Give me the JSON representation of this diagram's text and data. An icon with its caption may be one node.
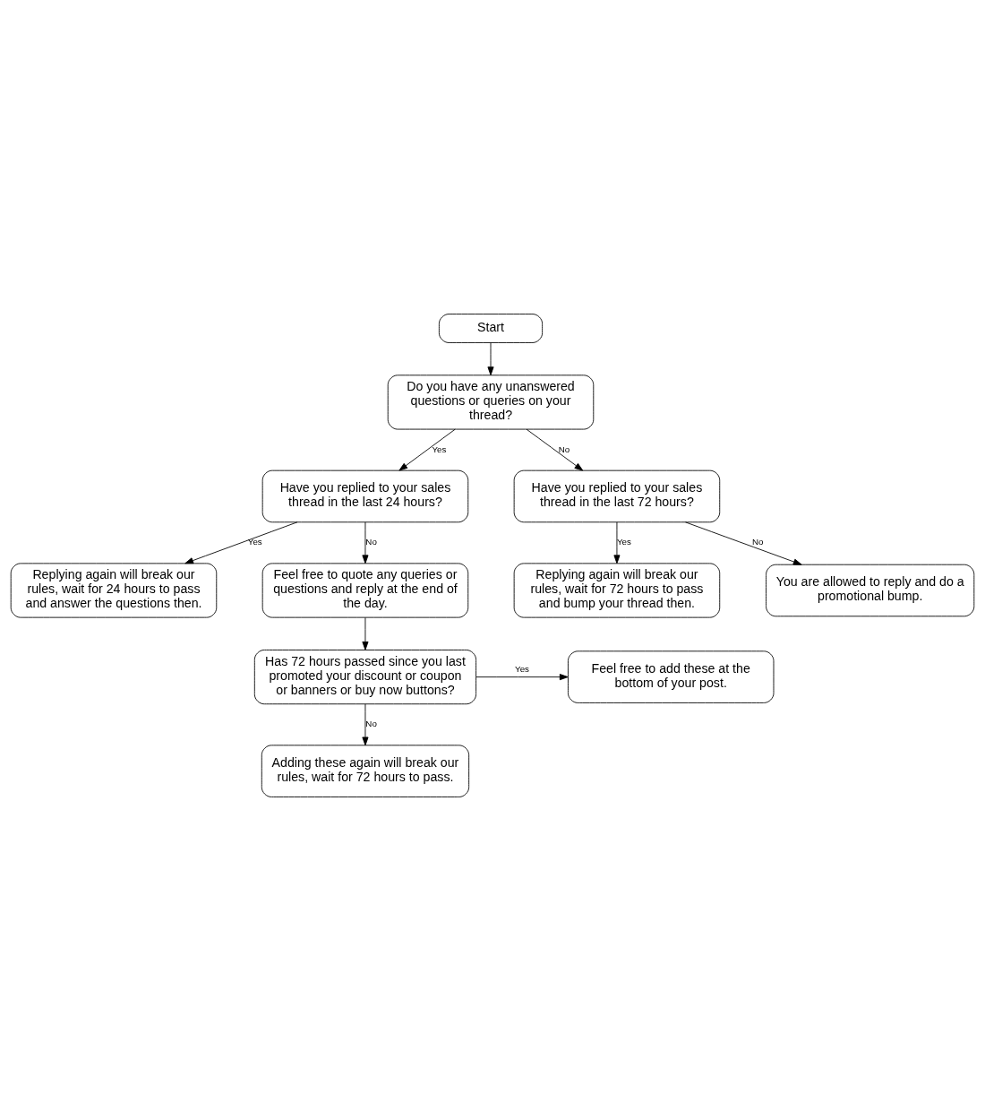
{
  "diagram": {
    "nodes": [
      {
        "text": [
          "Start"
        ]
      },
      {
        "text": [
          "Do you have any unanswered questions or queries on your thread?"
        ]
      },
      {
        "text": [
          "Have you replied to your sales thread in the last 24 hours?"
        ]
      },
      {
        "text": [
          "Have you replied to your sales thread in the last 72 hours?"
        ]
      },
      {
        "text": [
          "Replying again will break our rules, wait for 24 hours to pass and answer the questions then."
        ]
      },
      {
        "text": [
          "Replying again will break our rules, wait for 72 hours to pass and bump your thread then."
        ]
      },
      {
        "text": [
          "Feel free to quote any queries or questions and reply at the end of the day."
        ]
      },
      {
        "text": [
          "You are allowed to reply and do a promotional bump."
        ]
      },
      {
        "text": [
          "Has 72 hours passed since you last promoted your discount or coupon or banners or buy now buttons?"
        ]
      },
      {
        "text": [
          "Feel free to add these at the bottom of your post."
        ]
      },
      {
        "text": [
          "Adding these again will break our rules, wait for 72 hours to pass."
        ]
      }
    ],
    "edges": [
      {
        "from": 0,
        "to": 1,
        "arrow": "to"
      },
      {
        "from": 1,
        "to": 2,
        "arrow": "to",
        "label": "Yes"
      },
      {
        "from": 1,
        "to": 3,
        "arrow": "to",
        "label": "No"
      },
      {
        "from": 2,
        "to": 4,
        "arrow": "to",
        "label": "Yes"
      },
      {
        "from": 3,
        "to": 5,
        "arrow": "to",
        "label": "Yes"
      },
      {
        "from": 2,
        "to": 6,
        "arrow": "to",
        "label": "No"
      },
      {
        "from": 3,
        "to": 7,
        "arrow": "to",
        "label": "No"
      },
      {
        "from": 6,
        "to": 8,
        "arrow": "to"
      },
      {
        "from": 8,
        "to": 9,
        "arrow": "to",
        "label": "Yes"
      },
      {
        "from": 8,
        "to": 10,
        "arrow": "to",
        "label": "No"
      }
    ]
  }
}
